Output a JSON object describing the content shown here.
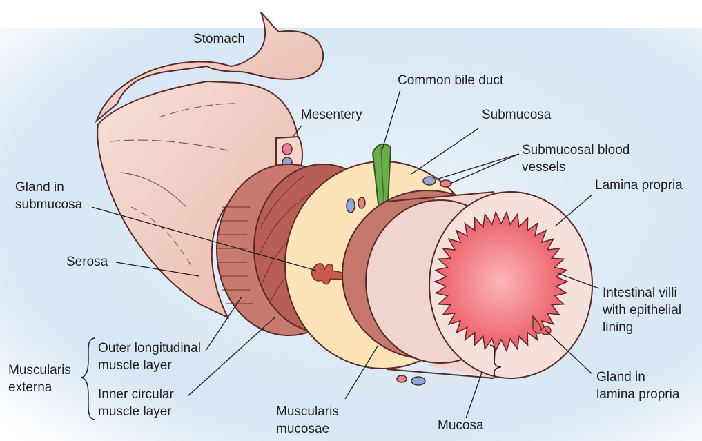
{
  "labels": {
    "stomach": [
      "Stomach"
    ],
    "common_bile_duct": [
      "Common bile duct"
    ],
    "mesentery": [
      "Mesentery"
    ],
    "submucosa": [
      "Submucosa"
    ],
    "submucosal_blood_vessels": [
      "Submucosal blood",
      "vessels"
    ],
    "lamina_propria": [
      "Lamina propria"
    ],
    "gland_in_submucosa": [
      "Gland in",
      "submucosa"
    ],
    "serosa": [
      "Serosa"
    ],
    "intestinal_villi": [
      "Intestinal villi",
      "with epithelial",
      "lining"
    ],
    "outer_longitudinal": [
      "Outer longitudinal",
      "muscle layer"
    ],
    "muscularis_externa": [
      "Muscularis",
      "externa"
    ],
    "inner_circular": [
      "Inner circular",
      "muscle layer"
    ],
    "gland_in_lamina_propria": [
      "Gland in",
      "lamina propria"
    ],
    "muscularis_mucosae": [
      "Muscularis",
      "mucosae"
    ],
    "mucosa": [
      "Mucosa"
    ]
  },
  "colors": {
    "background_tint": "#d8e8f4",
    "serosa_pink": "#f2d3ca",
    "muscle_outer": "#c97a6e",
    "muscle_inner": "#b85f55",
    "submucosa_yellow": "#fde3b8",
    "muscularis_mucosae": "#c5776c",
    "lamina_propria": "#f6e0dc",
    "villi_red": "#ef6b73",
    "bile_duct_green": "#6cad4b",
    "artery_red": "#e7818c",
    "vein_blue": "#8fa6d6",
    "outline": "#5a2a2a"
  }
}
